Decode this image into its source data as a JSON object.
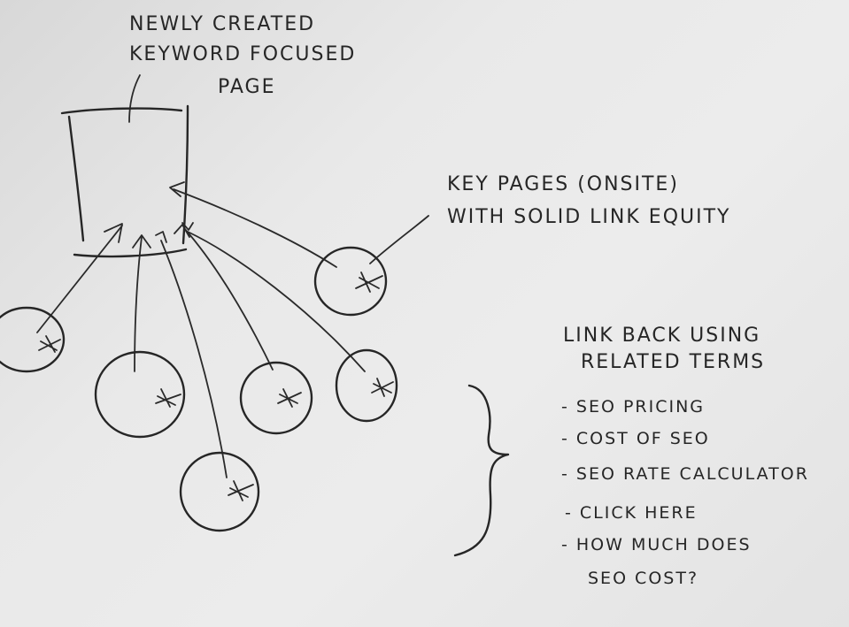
{
  "target_page": {
    "title_lines": [
      "NEWLY CREATED",
      "KEYWORD FOCUSED",
      "PAGE"
    ]
  },
  "key_pages_note": {
    "lines": [
      "KEY PAGES (ONSITE)",
      "WITH SOLID LINK EQUITY"
    ]
  },
  "related_terms": {
    "heading_lines": [
      "LINK BACK USING",
      "RELATED TERMS"
    ],
    "items": [
      "- SEO PRICING",
      "- COST OF SEO",
      "- SEO RATE CALCULATOR",
      "- CLICK HERE",
      "- HOW MUCH DOES",
      "SEO COST?"
    ]
  },
  "key_pages": [
    {
      "id": "1"
    },
    {
      "id": "2"
    },
    {
      "id": "3"
    },
    {
      "id": "4"
    },
    {
      "id": "5"
    },
    {
      "id": "6"
    }
  ]
}
